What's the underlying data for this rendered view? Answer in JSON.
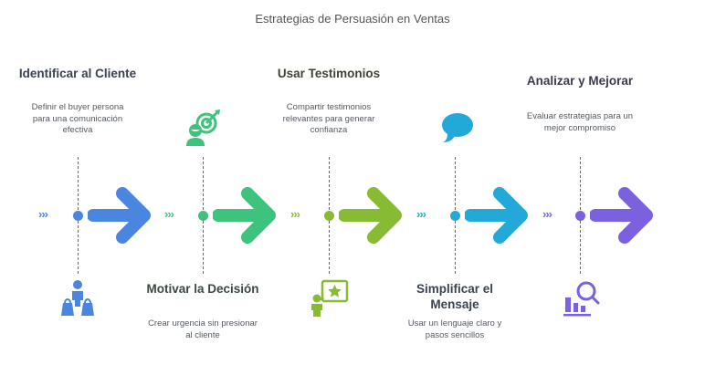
{
  "title": "Estrategias de Persuasión en Ventas",
  "steps": [
    {
      "heading": "Identificar al Cliente",
      "description": "Definir el buyer persona para una comunicación efectiva",
      "color": "#4a86e0",
      "icon": "users-with-bags-icon",
      "text_position": "top"
    },
    {
      "heading": "Motivar la Decisión",
      "description": "Crear urgencia sin presionar al cliente",
      "color": "#3ec37c",
      "icon": "person-target-icon",
      "text_position": "bottom"
    },
    {
      "heading": "Usar Testimonios",
      "description": "Compartir testimonios relevantes para generar confianza",
      "color": "#86bb33",
      "icon": "person-star-speech-icon",
      "text_position": "top"
    },
    {
      "heading": "Simplificar el Mensaje",
      "description": "Usar un lenguaje claro y pasos sencillos",
      "color": "#23a9d9",
      "icon": "speech-bubble-icon",
      "text_position": "bottom"
    },
    {
      "heading": "Analizar y Mejorar",
      "description": "Evaluar estrategias para un mejor compromiso",
      "color": "#7b61e0",
      "icon": "chart-magnifier-icon",
      "text_position": "top"
    }
  ],
  "chevrons": "›››"
}
